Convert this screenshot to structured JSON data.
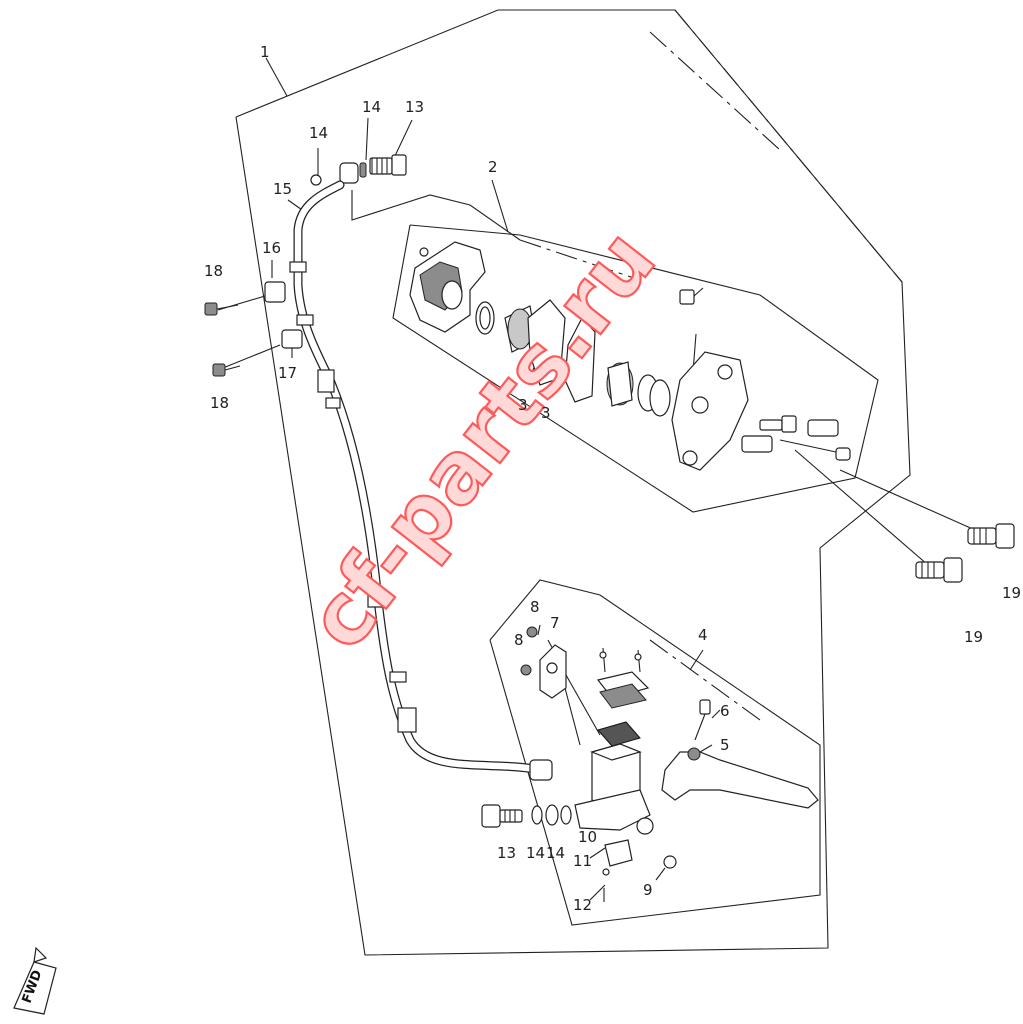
{
  "watermark": "cf-parts.ru",
  "direction_marker": "FWD",
  "callouts": {
    "c1": "1",
    "c2": "2",
    "c3a": "3",
    "c3b": "3",
    "c4": "4",
    "c5": "5",
    "c6": "6",
    "c7": "7",
    "c8a": "8",
    "c8b": "8",
    "c9": "9",
    "c10": "10",
    "c11": "11",
    "c12": "12",
    "c13a": "13",
    "c13b": "13",
    "c14a": "14",
    "c14b": "14",
    "c14c": "14",
    "c14d": "14",
    "c15": "15",
    "c16": "16",
    "c17": "17",
    "c18a": "18",
    "c18b": "18",
    "c19a": "19",
    "c19b": "19"
  },
  "icons": {
    "direction": "fwd-arrow-icon"
  },
  "colors": {
    "line": "#222222",
    "watermark_fill": "#ffd8d8",
    "watermark_stroke": "#ff5a5a"
  }
}
